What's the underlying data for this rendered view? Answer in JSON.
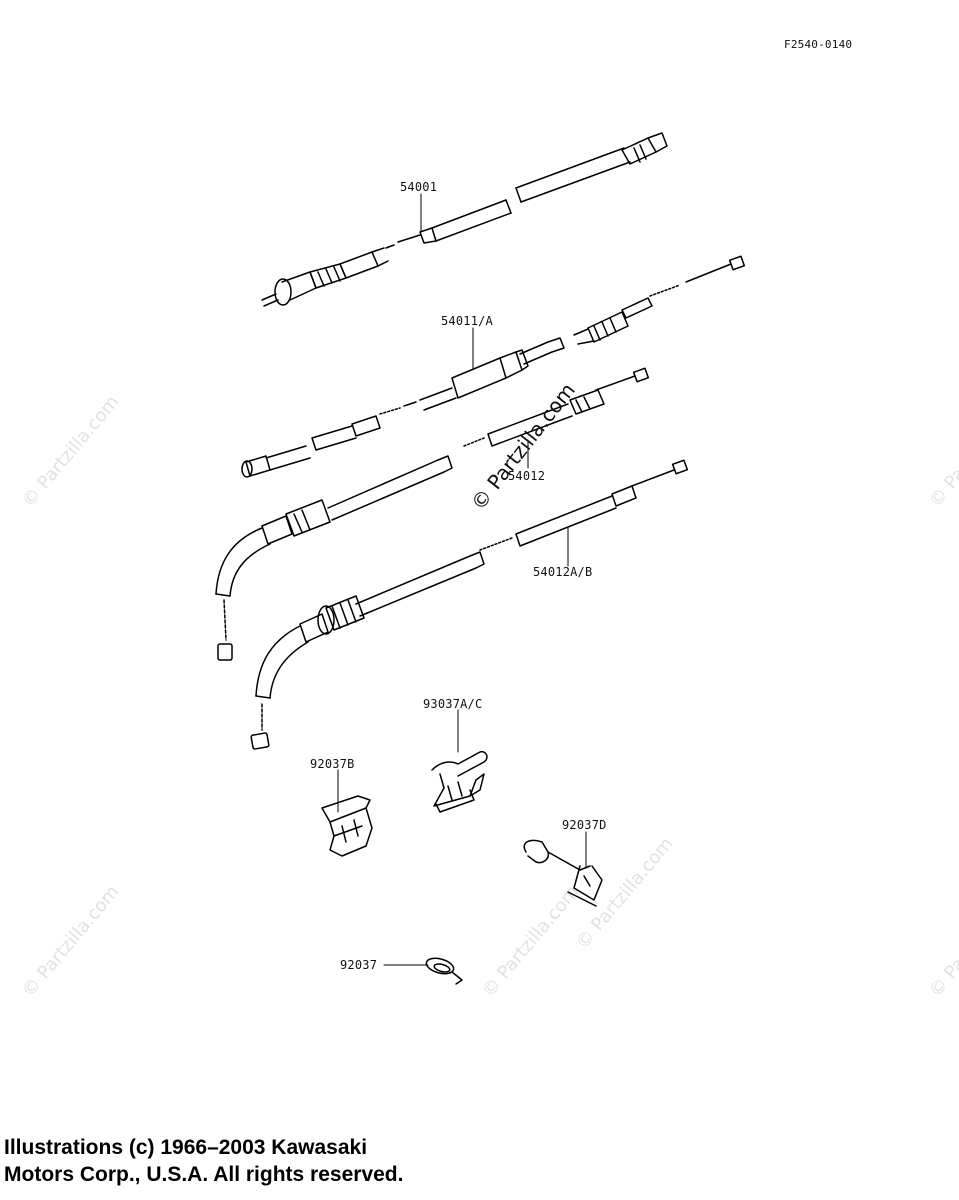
{
  "figure_code": "F2540-0140",
  "parts": [
    {
      "id": "p54001",
      "label": "54001"
    },
    {
      "id": "p54011",
      "label": "54011/A"
    },
    {
      "id": "p54012",
      "label": "54012"
    },
    {
      "id": "p54012ab",
      "label": "54012A/B"
    },
    {
      "id": "p93037",
      "label": "93037A/C"
    },
    {
      "id": "p92037b",
      "label": "92037B"
    },
    {
      "id": "p92037d",
      "label": "92037D"
    },
    {
      "id": "p92037",
      "label": "92037"
    }
  ],
  "watermark": {
    "text": "© Partzilla.com"
  },
  "copyright": {
    "line1": "Illustrations (c) 1966–2003 Kawasaki",
    "line2": "Motors Corp., U.S.A.  All rights reserved."
  }
}
